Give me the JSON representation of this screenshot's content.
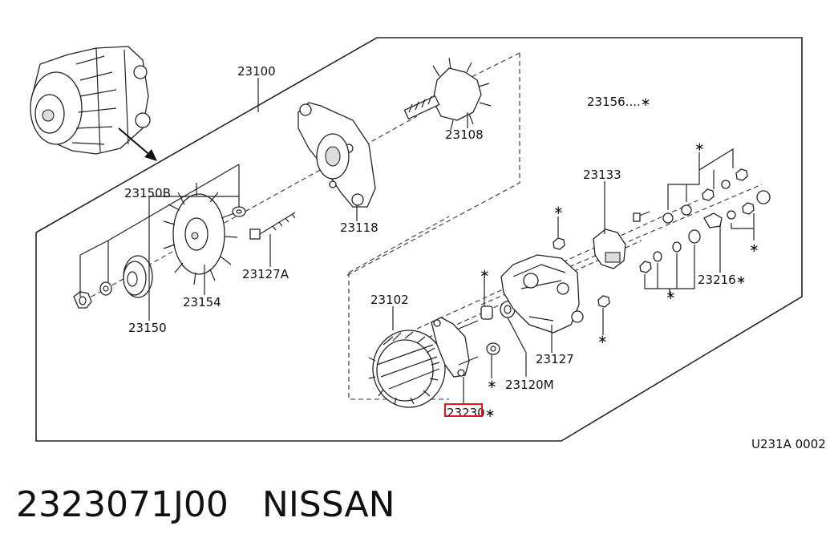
{
  "parts": {
    "p23100": "23100",
    "p23108": "23108",
    "p23118": "23118",
    "p23150B": "23150B",
    "p23150": "23150",
    "p23154": "23154",
    "p23127A": "23127A",
    "p23156": "23156....∗",
    "p23133": "23133",
    "p23216": "23216∗",
    "p23102": "23102",
    "p23127": "23127",
    "p23120M": "23120M",
    "p23230": "23230∗"
  },
  "asterisk": "∗",
  "diagram_code": "U231A 0002",
  "caption": {
    "part_number": "2323071J00",
    "brand": "NISSAN"
  },
  "highlight_color": "#e0161b"
}
